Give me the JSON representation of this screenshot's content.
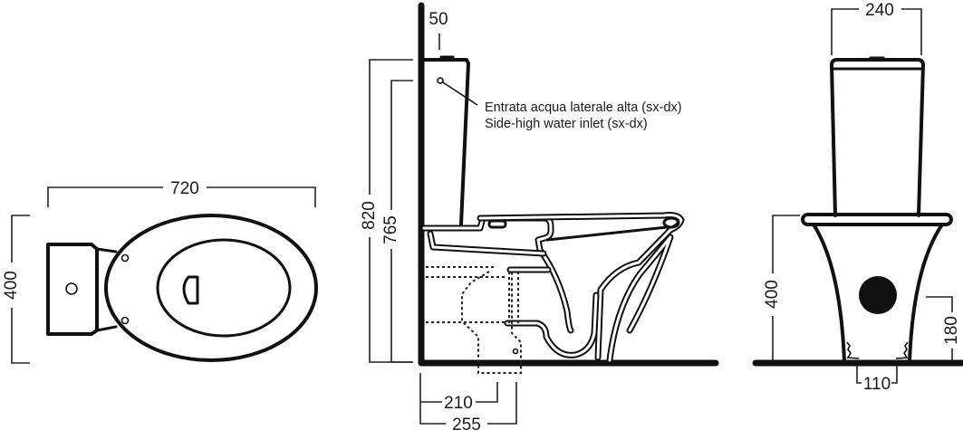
{
  "drawing": {
    "subject": "Close-coupled toilet with cistern — technical dimension drawing",
    "units": "mm",
    "top_view": {
      "width_label": "720",
      "depth_label": "400"
    },
    "side_view": {
      "cistern_offset_label": "50",
      "total_height_label": "820",
      "inlet_height_label": "765",
      "drain_min_label": "210",
      "drain_max_label": "255",
      "note_it": "Entrata acqua laterale alta (sx-dx)",
      "note_en": "Side-high water inlet (sx-dx)"
    },
    "front_view": {
      "cistern_width_label": "240",
      "bowl_height_label": "400",
      "outlet_height_label": "180",
      "fixing_spacing_label": "110"
    },
    "colors": {
      "line": "#111111",
      "background": "#ffffff"
    }
  }
}
